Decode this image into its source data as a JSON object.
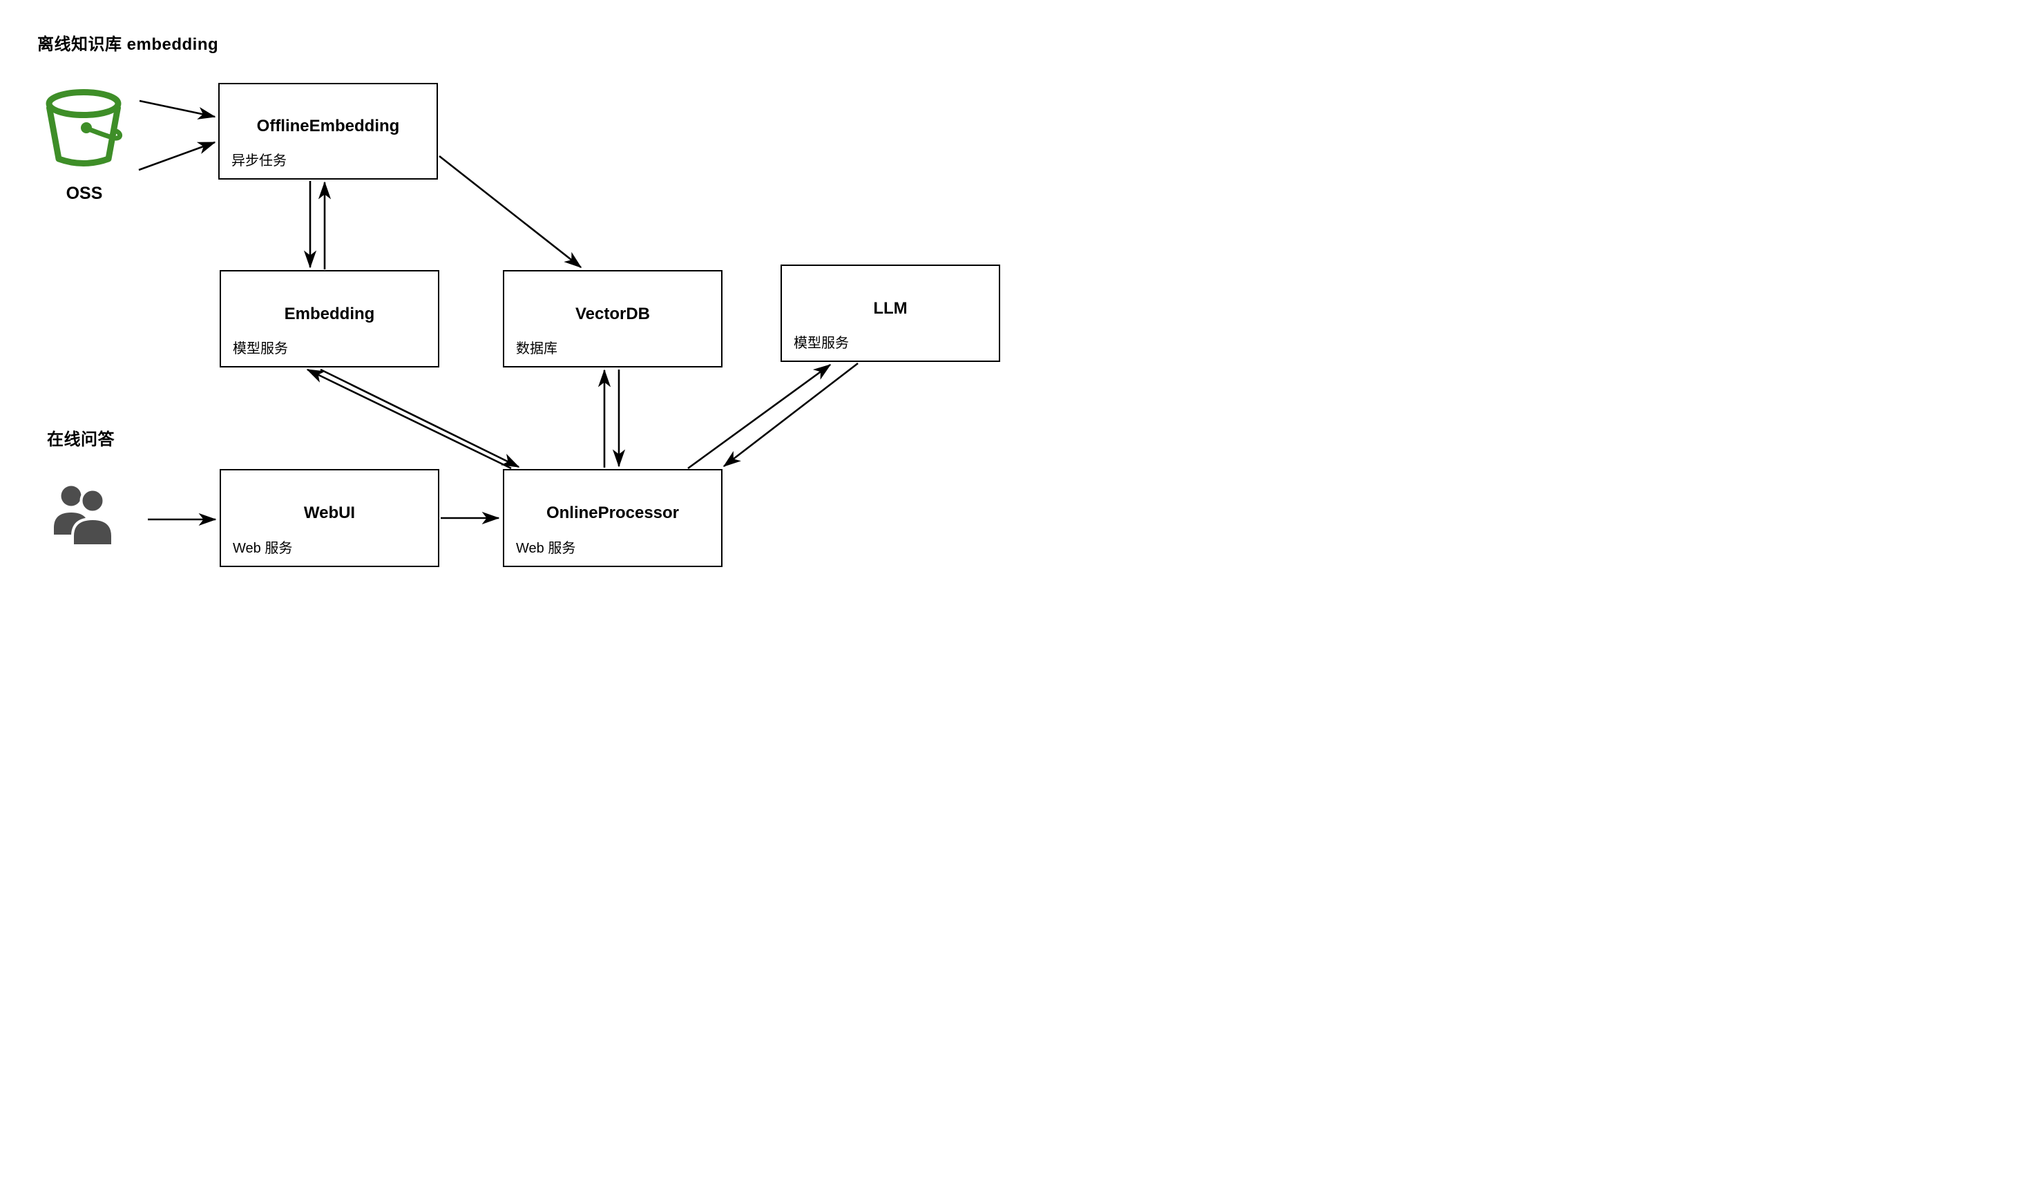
{
  "sections": {
    "offline": {
      "title": "离线知识库 embedding"
    },
    "online": {
      "title": "在线问答"
    }
  },
  "nodes": {
    "offline_embedding": {
      "title": "OfflineEmbedding",
      "subtitle": "异步任务"
    },
    "embedding": {
      "title": "Embedding",
      "subtitle": "模型服务"
    },
    "vectordb": {
      "title": "VectorDB",
      "subtitle": "数据库"
    },
    "llm": {
      "title": "LLM",
      "subtitle": "模型服务"
    },
    "webui": {
      "title": "WebUI",
      "subtitle": "Web 服务"
    },
    "online_processor": {
      "title": "OnlineProcessor",
      "subtitle": "Web 服务"
    }
  },
  "actors": {
    "oss": {
      "label": "OSS",
      "icon": "bucket-icon"
    },
    "users": {
      "icon": "users-icon"
    }
  },
  "edges": [
    {
      "id": "oss-to-offline-upper",
      "from": "oss",
      "to": "offline_embedding"
    },
    {
      "id": "oss-to-offline-lower",
      "from": "oss",
      "to": "offline_embedding"
    },
    {
      "id": "offline-to-embedding",
      "from": "offline_embedding",
      "to": "embedding"
    },
    {
      "id": "embedding-to-offline",
      "from": "embedding",
      "to": "offline_embedding"
    },
    {
      "id": "offline-to-vectordb",
      "from": "offline_embedding",
      "to": "vectordb"
    },
    {
      "id": "onlineprocessor-to-embedding",
      "from": "online_processor",
      "to": "embedding"
    },
    {
      "id": "embedding-to-onlineprocessor",
      "from": "embedding",
      "to": "online_processor"
    },
    {
      "id": "onlineprocessor-to-vectordb",
      "from": "online_processor",
      "to": "vectordb"
    },
    {
      "id": "vectordb-to-onlineprocessor",
      "from": "vectordb",
      "to": "online_processor"
    },
    {
      "id": "onlineprocessor-to-llm",
      "from": "online_processor",
      "to": "llm"
    },
    {
      "id": "llm-to-onlineprocessor",
      "from": "llm",
      "to": "online_processor"
    },
    {
      "id": "users-to-webui",
      "from": "users",
      "to": "webui"
    },
    {
      "id": "webui-to-onlineprocessor",
      "from": "webui",
      "to": "online_processor"
    }
  ],
  "colors": {
    "bucket_green": "#3E8E28",
    "users_gray": "#4D4D4D",
    "line_black": "#000000"
  }
}
